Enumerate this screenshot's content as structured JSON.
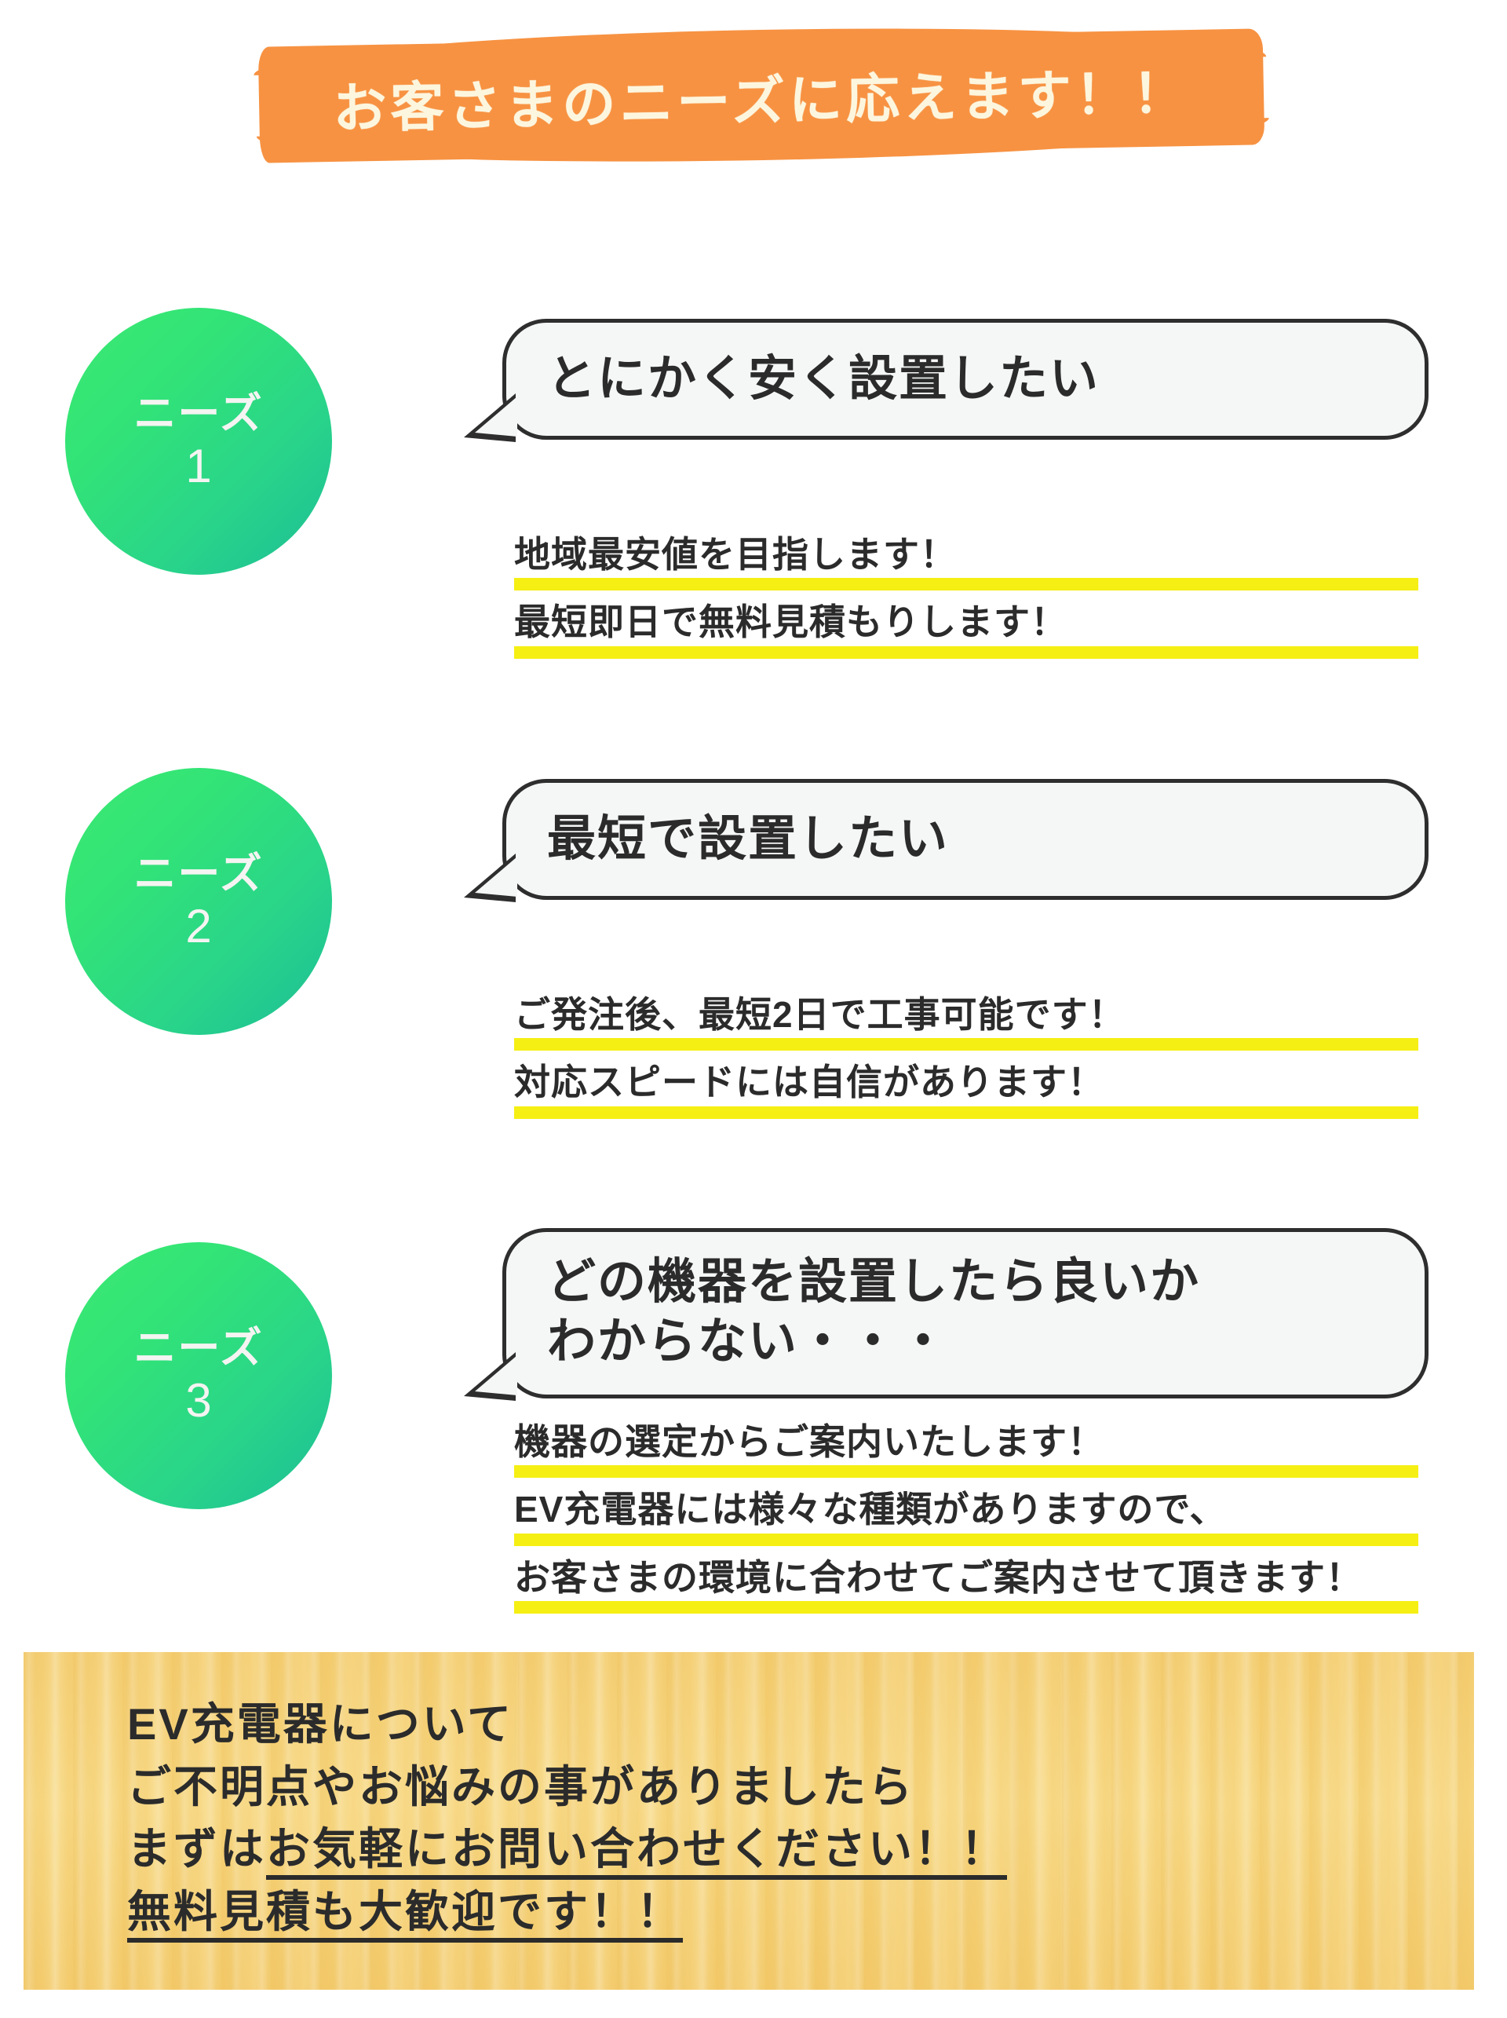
{
  "header": {
    "title": "お客さまのニーズに応えます！！",
    "banner_color": "#F79242",
    "text_color": "#FDF6DF"
  },
  "needs": [
    {
      "badge_label": "ニーズ",
      "badge_number": "1",
      "bubble_lines": [
        "とにかく安く設置したい"
      ],
      "points": [
        "地域最安値を目指します！",
        "最短即日で無料見積もりします！"
      ]
    },
    {
      "badge_label": "ニーズ",
      "badge_number": "2",
      "bubble_lines": [
        "最短で設置したい"
      ],
      "points": [
        "ご発注後、最短2日で工事可能です！",
        "対応スピードには自信があります！"
      ]
    },
    {
      "badge_label": "ニーズ",
      "badge_number": "3",
      "bubble_lines": [
        "どの機器を設置したら良いか",
        "わからない・・・"
      ],
      "points": [
        "機器の選定からご案内いたします！",
        "EV充電器には様々な種類がありますので、",
        "お客さまの環境に合わせてご案内させて頂きます！"
      ]
    }
  ],
  "cta": {
    "line1": "EV充電器について",
    "line2": "ご不明点やお悩みの事がありましたら",
    "line3_plain": "まずは",
    "line3_underlined": "お気軽にお問い合わせください！！",
    "line4_underlined": "無料見積も大歓迎です！！",
    "background_color": "#F3CD72",
    "text_color": "#2B2B2B"
  },
  "colors": {
    "highlight_yellow": "#F5EF14",
    "badge_gradient_start": "#3CEA72",
    "badge_gradient_end": "#1BBD96",
    "bubble_fill": "#F5F6F6",
    "bubble_outline": "#2E2E2E"
  }
}
